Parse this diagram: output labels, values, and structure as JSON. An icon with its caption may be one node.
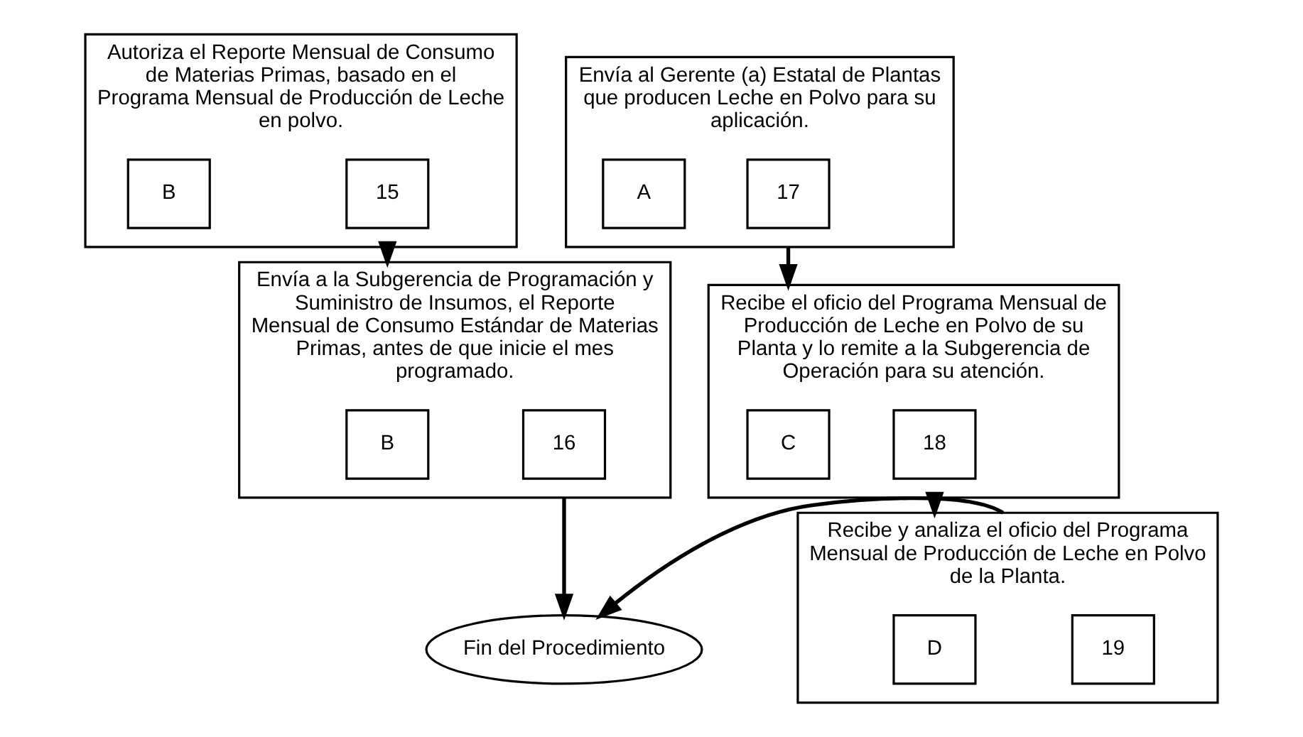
{
  "diagram": {
    "nodes": [
      {
        "text": [
          "Autoriza el Reporte Mensual de Consumo de Materias Primas, basado en el Programa Mensual de Producción de Leche en polvo."
        ]
      },
      {
        "text": [
          "15"
        ],
        "in": 0
      },
      {
        "text": [
          "B"
        ],
        "in": 0
      },
      {
        "text": [
          "Envía a la Subgerencia de Programación y Suministro de Insumos, el Reporte Mensual de Consumo Estándar de Materias Primas, antes de que inicie el mes programado."
        ]
      },
      {
        "text": [
          "16"
        ],
        "in": 3
      },
      {
        "text": [
          "B"
        ],
        "in": 3
      },
      {
        "text": [
          "Fin del Procedimiento"
        ]
      },
      {
        "text": [
          "Envía al Gerente (a) Estatal de Plantas que producen Leche en Polvo para su aplicación."
        ]
      },
      {
        "text": [
          "17"
        ],
        "in": 7
      },
      {
        "text": [
          "A"
        ],
        "in": 7
      },
      {
        "text": [
          "Recibe el oficio del Programa Mensual de Producción de Leche en Polvo de su Planta y lo remite a la Subgerencia de Operación para su atención."
        ]
      },
      {
        "text": [
          "18"
        ],
        "in": 10
      },
      {
        "text": [
          "C"
        ],
        "in": 10
      },
      {
        "text": [
          "Recibe y analiza el oficio del Programa Mensual de Producción de Leche en Polvo de la Planta."
        ]
      },
      {
        "text": [
          "19"
        ],
        "in": 13
      },
      {
        "text": [
          "D"
        ],
        "in": 13
      }
    ],
    "edges": [
      {
        "from": 0,
        "to": 3,
        "arrow": "to"
      },
      {
        "from": 3,
        "to": 6,
        "arrow": "to"
      },
      {
        "from": 7,
        "to": 10,
        "arrow": "to"
      },
      {
        "from": 10,
        "to": 13,
        "arrow": "to"
      },
      {
        "from": 13,
        "to": 6,
        "arrow": "to"
      }
    ]
  }
}
